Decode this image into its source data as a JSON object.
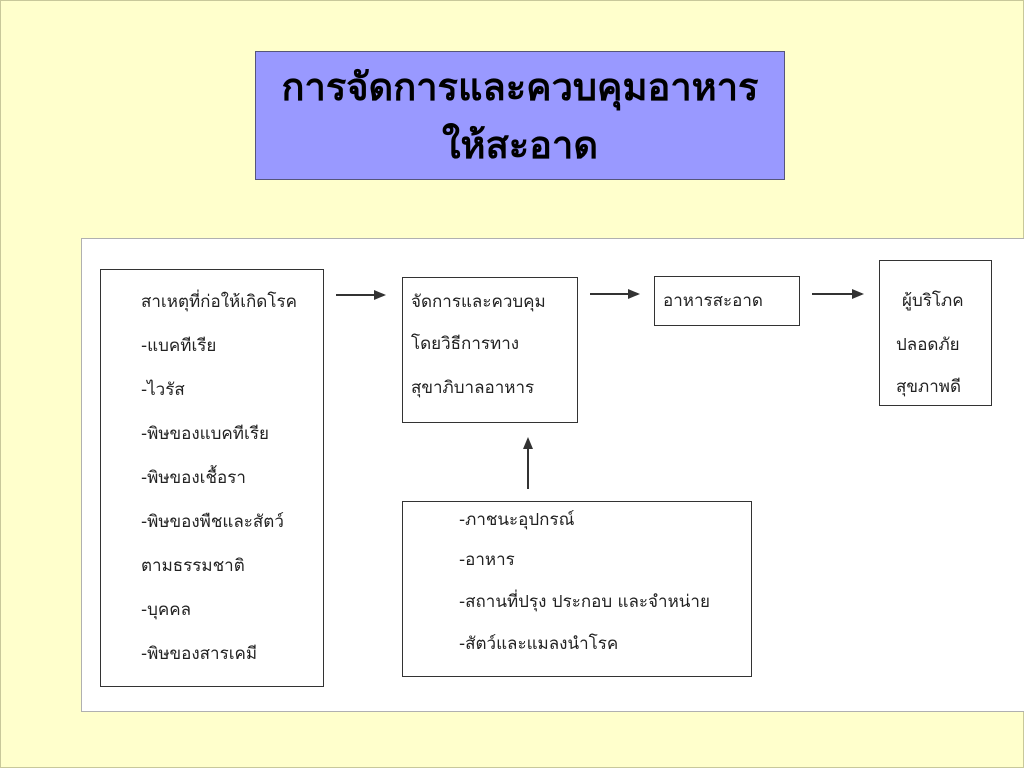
{
  "title": {
    "line1": "การจัดการและควบคุมอาหาร",
    "line2": "ให้สะอาด"
  },
  "diagram": {
    "causes": {
      "heading": "สาเหตุที่ก่อให้เกิดโรค",
      "items": [
        "-แบคทีเรีย",
        "-ไวรัส",
        "-พิษของแบคทีเรีย",
        "-พิษของเชื้อรา",
        "-พิษของพืชและสัตว์",
        "ตามธรรมชาติ",
        "-บุคคล",
        "-พิษของสารเคมี"
      ]
    },
    "management": {
      "lines": [
        "จัดการและควบคุม",
        "โดยวิธีการทาง",
        "สุขาภิบาลอาหาร"
      ]
    },
    "clean_food": {
      "label": "อาหารสะอาด"
    },
    "consumer": {
      "lines": [
        "ผู้บริโภค",
        "ปลอดภัย",
        "สุขภาพดี"
      ]
    },
    "factors": {
      "items": [
        "-ภาชนะอุปกรณ์",
        "-อาหาร",
        "-สถานที่ปรุง ประกอบ และจำหน่าย",
        "-สัตว์และแมลงนำโรค"
      ]
    }
  }
}
